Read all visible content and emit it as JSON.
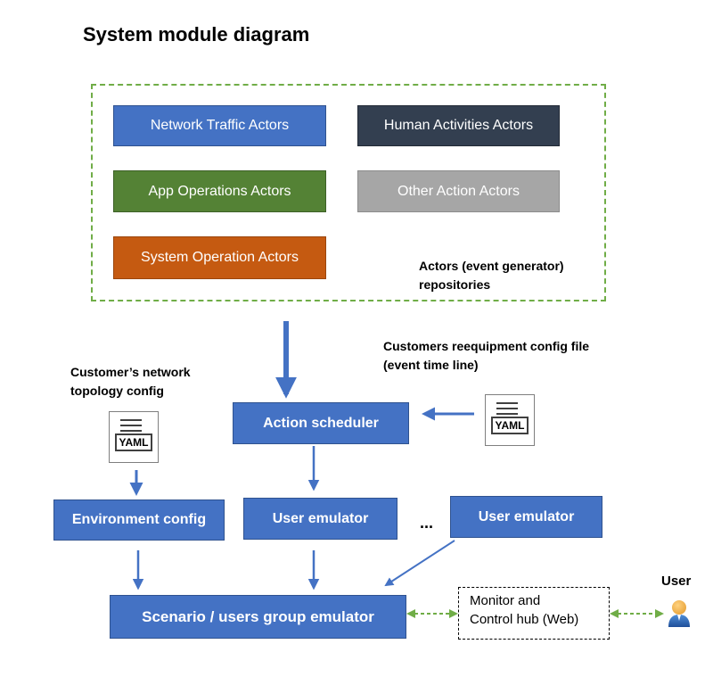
{
  "title": "System module diagram",
  "repository": {
    "label_line1": "Actors (event generator)",
    "label_line2": "repositories",
    "actors": [
      {
        "label": "Network Traffic Actors",
        "color": "#4472c4"
      },
      {
        "label": "Human Activities Actors",
        "color": "#333f50"
      },
      {
        "label": "App Operations Actors",
        "color": "#548235"
      },
      {
        "label": "Other Action Actors",
        "color": "#a6a6a6"
      },
      {
        "label": "System Operation Actors",
        "color": "#c55a11"
      }
    ]
  },
  "config_file": {
    "label_line1": "Customers reequipment config file",
    "label_line2": "(event time line)",
    "badge": "YAML"
  },
  "network_config": {
    "label_line1": "Customer’s network",
    "label_line2": "topology config",
    "badge": "YAML"
  },
  "nodes": {
    "action_scheduler": "Action scheduler",
    "environment_config": "Environment config",
    "user_emulator_1": "User emulator",
    "user_emulator_2": "User emulator",
    "ellipsis": "...",
    "scenario": "Scenario / users group emulator"
  },
  "hub": {
    "line1": "Monitor and",
    "line2": "Control hub (Web)"
  },
  "user": {
    "label": "User"
  },
  "colors": {
    "arrow": "#4472c4",
    "bidirectional_arrow": "#70ad47",
    "dashed_border": "#70ad47"
  }
}
